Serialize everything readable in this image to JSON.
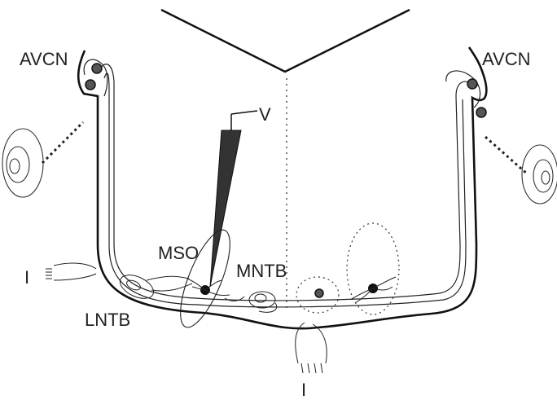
{
  "labels": {
    "avcn_left": "AVCN",
    "avcn_right": "AVCN",
    "v": "V",
    "mso": "MSO",
    "mntb": "MNTB",
    "lntb": "LNTB",
    "i_left": "I",
    "i_bottom": "I"
  },
  "colors": {
    "ink": "#111111",
    "cell_fill": "#555555",
    "electrode_fill": "#333333",
    "background": "#ffffff"
  }
}
